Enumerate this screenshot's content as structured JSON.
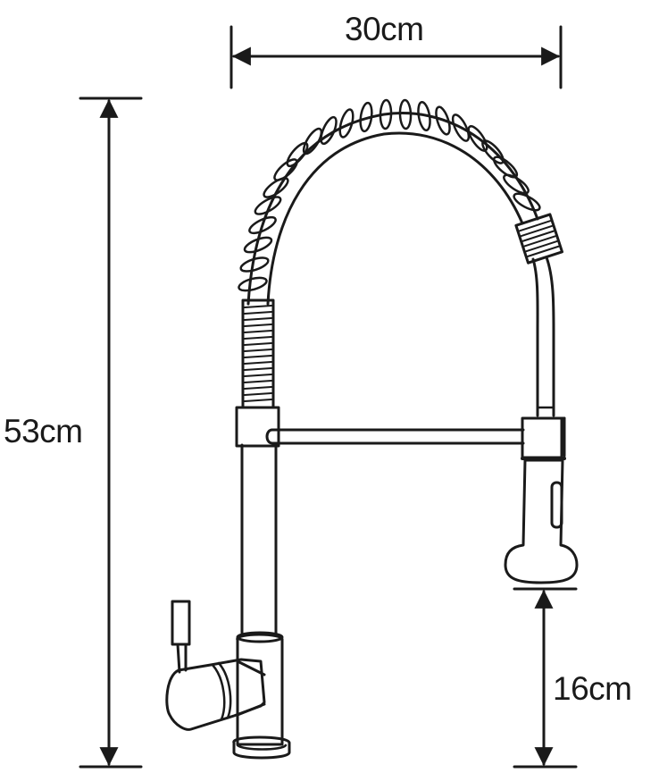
{
  "diagram": {
    "subject": "pull-down spring kitchen faucet",
    "stroke_color": "#1a1a1a",
    "background_color": "#ffffff",
    "dimensions": {
      "width": {
        "label": "30cm",
        "orientation": "horizontal"
      },
      "height": {
        "label": "53cm",
        "orientation": "vertical"
      },
      "spout_clearance": {
        "label": "16cm",
        "orientation": "vertical"
      }
    },
    "parts": [
      "spring-coil",
      "threaded-collar-left",
      "threaded-collar-right",
      "pull-down-hose",
      "crossbar",
      "spray-head",
      "spray-button",
      "main-body-tube",
      "lever-handle",
      "base-ring"
    ]
  }
}
